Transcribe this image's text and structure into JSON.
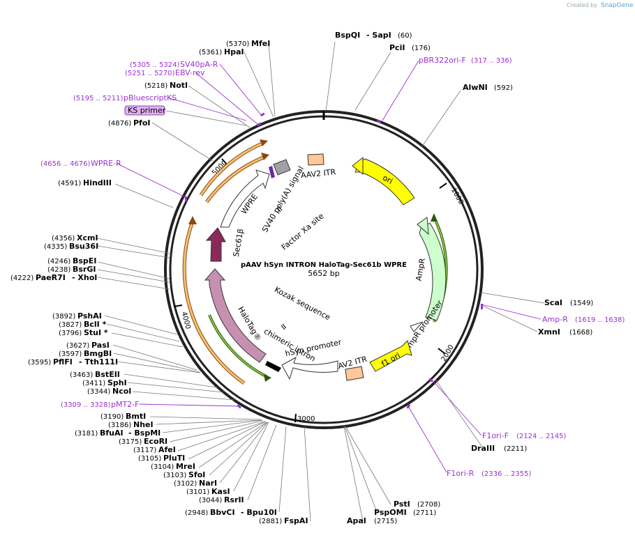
{
  "header": {
    "created_by": "Created by",
    "brand": "SnapGene"
  },
  "plasmid": {
    "name": "pAAV hSyn INTRON HaloTag-Sec61b WPRE",
    "size": "5652 bp"
  },
  "ticks": [
    "1000",
    "2000",
    "3000",
    "4000",
    "5000"
  ],
  "features": {
    "ori": "ori",
    "ampr": "AmpR",
    "ampr_promoter": "AmpR promoter",
    "f1_ori": "f1 ori",
    "aav2_itr_bottom": "AAV2 ITR",
    "hsyn_promoter": "hSyn promoter",
    "chimeric_intron": "chimeric intron",
    "kozak": "Kozak sequence",
    "halotag": "HaloTag®",
    "sec61b": "Sec61β",
    "factor_xa": "Factor Xa site",
    "wpre": "WPRE",
    "sv40_polya": "SV40 poly(A) signal",
    "aav2_itr_top": "AAV2 ITR"
  },
  "enzymes": [
    {
      "name": "BspQI",
      "pos": "(60)",
      "extra": "- SapI"
    },
    {
      "name": "PciI",
      "pos": "(176)"
    },
    {
      "name": "AlwNI",
      "pos": "(592)"
    },
    {
      "name": "ScaI",
      "pos": "(1549)"
    },
    {
      "name": "XmnI",
      "pos": "(1668)"
    },
    {
      "name": "DraIII",
      "pos": "(2211)"
    },
    {
      "name": "PstI",
      "pos": "(2708)"
    },
    {
      "name": "PspOMI",
      "pos": "(2711)"
    },
    {
      "name": "ApaI",
      "pos": "(2715)"
    },
    {
      "name": "FspAI",
      "pos": "(2881)"
    },
    {
      "name": "BbvCI",
      "pos": "(2948)",
      "extra": "- Bpu10I"
    },
    {
      "name": "RsrII",
      "pos": "(3044)"
    },
    {
      "name": "KasI",
      "pos": "(3101)"
    },
    {
      "name": "NarI",
      "pos": "(3102)"
    },
    {
      "name": "SfoI",
      "pos": "(3103)"
    },
    {
      "name": "MreI",
      "pos": "(3104)"
    },
    {
      "name": "PluTI",
      "pos": "(3105)"
    },
    {
      "name": "AfeI",
      "pos": "(3117)"
    },
    {
      "name": "EcoRI",
      "pos": "(3175)"
    },
    {
      "name": "BfuAI",
      "pos": "(3181)",
      "extra": "- BspMI"
    },
    {
      "name": "NheI",
      "pos": "(3186)"
    },
    {
      "name": "BmtI",
      "pos": "(3190)"
    },
    {
      "name": "NcoI",
      "pos": "(3344)"
    },
    {
      "name": "SphI",
      "pos": "(3411)"
    },
    {
      "name": "BstEII",
      "pos": "(3463)"
    },
    {
      "name": "PflFI",
      "pos": "(3595)",
      "extra": "- Tth111I"
    },
    {
      "name": "BmgBI",
      "pos": "(3597)"
    },
    {
      "name": "PasI",
      "pos": "(3627)"
    },
    {
      "name": "StuI *",
      "pos": "(3796)"
    },
    {
      "name": "BclI *",
      "pos": "(3827)"
    },
    {
      "name": "PshAI",
      "pos": "(3892)"
    },
    {
      "name": "PaeR7I",
      "pos": "(4222)",
      "extra": "- XhoI"
    },
    {
      "name": "BsrGI",
      "pos": "(4238)"
    },
    {
      "name": "BspEI",
      "pos": "(4246)"
    },
    {
      "name": "Bsu36I",
      "pos": "(4335)"
    },
    {
      "name": "XcmI",
      "pos": "(4356)"
    },
    {
      "name": "HindIII",
      "pos": "(4591)"
    },
    {
      "name": "PfoI",
      "pos": "(4876)"
    },
    {
      "name": "NotI",
      "pos": "(5218)"
    },
    {
      "name": "HpaI",
      "pos": "(5361)"
    },
    {
      "name": "MfeI",
      "pos": "(5370)"
    }
  ],
  "primers": [
    {
      "name": "pBR322ori-F",
      "pos": "(317 .. 336)"
    },
    {
      "name": "Amp-R",
      "pos": "(1619 .. 1638)"
    },
    {
      "name": "F1ori-F",
      "pos": "(2124 .. 2145)"
    },
    {
      "name": "F1ori-R",
      "pos": "(2336 .. 2355)"
    },
    {
      "name": "pMT2-F",
      "pos": "(3309 .. 3328)"
    },
    {
      "name": "WPRE-R",
      "pos": "(4656 .. 4676)"
    },
    {
      "name": "pBluescriptKS",
      "pos": "(5195 .. 5211)"
    },
    {
      "name": "EBV-rev",
      "pos": "(5251 .. 5270)"
    },
    {
      "name": "SV40pA-R",
      "pos": "(5305 .. 5324)"
    },
    {
      "name": "KS primer",
      "pos": ""
    }
  ],
  "colors": {
    "ori": "#ffff00",
    "ampr": "#ccffcc",
    "halotag": "#c890b0",
    "sec61b": "#8b2a5a",
    "itr": "#ffc896",
    "sv40": "#a0a0a8",
    "orf_green": "#4a9a1a",
    "orf_orange": "#f0a030",
    "primer": "#9b30d0"
  }
}
